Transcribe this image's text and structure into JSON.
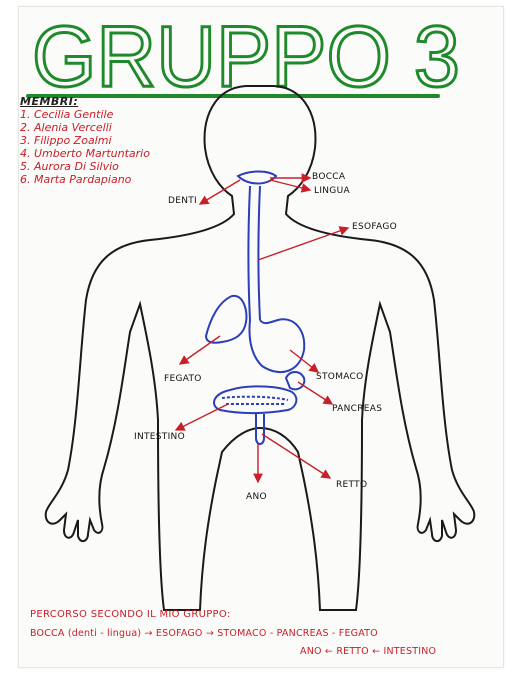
{
  "title": "GRUPPO 3",
  "members_heading": "MEMBRI:",
  "members": [
    "1. Cecilia Gentile",
    "2. Alenia Vercelli",
    "3. Filippo Zoalmi",
    "4. Umberto Martuntario",
    "5. Aurora Di Silvio",
    "6. Marta Pardapiano"
  ],
  "organs": {
    "bocca": "BOCCA",
    "lingua": "LINGUA",
    "denti": "DENTI",
    "esofago": "ESOFAGO",
    "fegato": "FEGATO",
    "stomaco": "STOMACO",
    "pancreas": "PANCREAS",
    "intestino": "INTESTINO",
    "retto": "RETTO",
    "ano": "ANO"
  },
  "path": {
    "heading": "PERCORSO SECONDO IL MIO GRUPPO:",
    "line1": "BOCCA (denti - lingua) → ESOFAGO → STOMACO - PANCREAS - FEGATO",
    "line2_a": "ANO",
    "line2_b": "RETTO",
    "line2_c": "INTESTINO"
  },
  "colors": {
    "title": "#1f8a2c",
    "body_outline": "#1a1a1a",
    "digestive": "#2b3fb8",
    "arrows": "#c8202a",
    "members": "#c8202a"
  }
}
